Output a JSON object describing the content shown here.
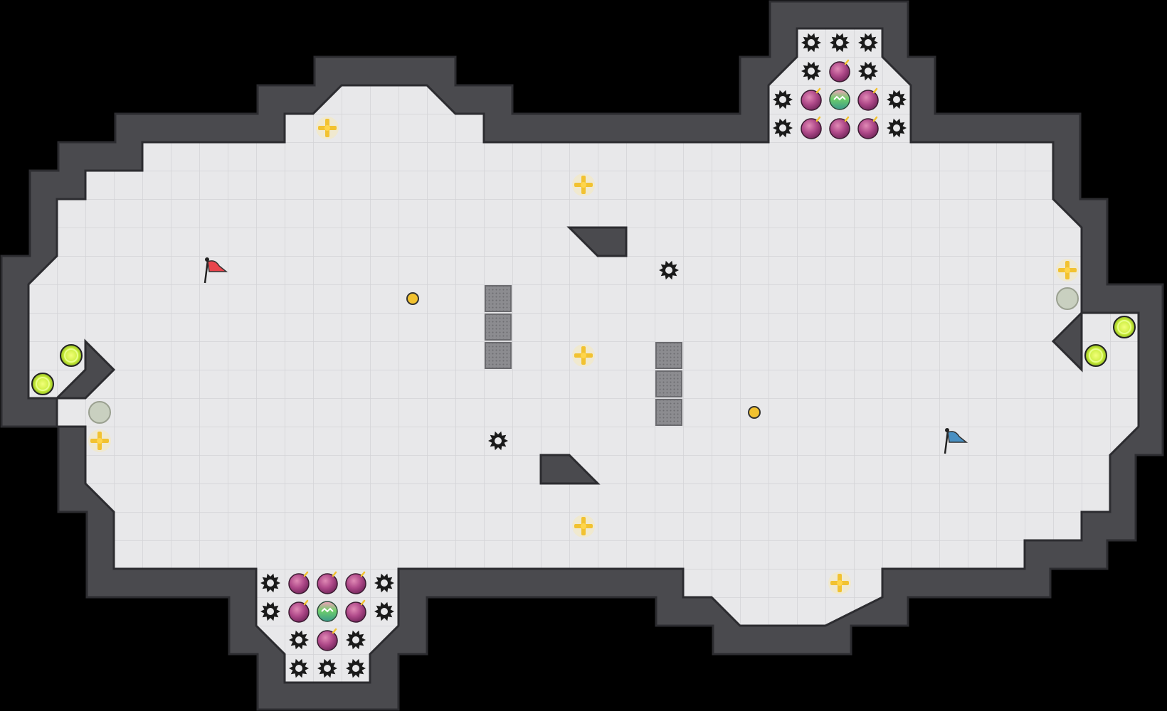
{
  "game": {
    "type": "capture-the-flag arena",
    "colors": {
      "background": "#000000",
      "wall": "#4a4a4e",
      "wall_edge": "#2c2c30",
      "floor": "#e8e8ea",
      "floor_line": "#d3d3d6",
      "red_flag": "#e8454d",
      "blue_flag": "#4a90c2",
      "boost": "#f2c230",
      "bomb": "#b04a8a",
      "portal": "#c8ec3a",
      "inactive_portal": "#c9d0c0",
      "spike": "#1a1a1a",
      "gate": "#8a8a8e",
      "powerup": "#6fcf6a"
    },
    "icons": [
      "red-flag-icon",
      "blue-flag-icon",
      "boost-icon",
      "spike-icon",
      "bomb-icon",
      "powerup-icon",
      "portal-icon",
      "gate-icon",
      "button-icon"
    ],
    "flags": [
      {
        "team": "red",
        "col": 7,
        "row": 9
      },
      {
        "team": "blue",
        "col": 33,
        "row": 15
      }
    ],
    "boosts": [
      {
        "col": 11,
        "row": 4
      },
      {
        "col": 20,
        "row": 6
      },
      {
        "col": 20,
        "row": 12
      },
      {
        "col": 20,
        "row": 18
      },
      {
        "col": 37,
        "row": 9
      },
      {
        "col": 3,
        "row": 15
      },
      {
        "col": 29,
        "row": 20
      }
    ],
    "buttons": [
      {
        "col": 14,
        "row": 10
      },
      {
        "col": 26,
        "row": 14
      }
    ],
    "field_spikes": [
      {
        "col": 23,
        "row": 9
      },
      {
        "col": 17,
        "row": 15
      }
    ],
    "gates": [
      {
        "col": 17,
        "rows": [
          10,
          11,
          12
        ]
      },
      {
        "col": 23,
        "rows": [
          12,
          13,
          14
        ]
      }
    ],
    "portals": [
      {
        "col": 1,
        "row": 13,
        "active": true
      },
      {
        "col": 2,
        "row": 12,
        "active": true
      },
      {
        "col": 3,
        "row": 14,
        "active": false
      },
      {
        "col": 37,
        "row": 10,
        "active": false
      },
      {
        "col": 38,
        "row": 12,
        "active": true
      },
      {
        "col": 39,
        "row": 11,
        "active": true
      }
    ],
    "alcoves": [
      {
        "name": "top-right",
        "spikes": [
          [
            28,
            1
          ],
          [
            29,
            1
          ],
          [
            30,
            1
          ],
          [
            28,
            2
          ],
          [
            30,
            2
          ],
          [
            27,
            3
          ],
          [
            31,
            3
          ],
          [
            27,
            4
          ],
          [
            31,
            4
          ]
        ],
        "bombs": [
          [
            29,
            2
          ],
          [
            28,
            3
          ],
          [
            30,
            3
          ],
          [
            28,
            4
          ],
          [
            29,
            4
          ],
          [
            30,
            4
          ]
        ],
        "powerups": [
          [
            29,
            3
          ]
        ]
      },
      {
        "name": "bottom-left",
        "spikes": [
          [
            9,
            20
          ],
          [
            13,
            20
          ],
          [
            9,
            21
          ],
          [
            13,
            21
          ],
          [
            10,
            22
          ],
          [
            12,
            22
          ],
          [
            10,
            23
          ],
          [
            11,
            23
          ],
          [
            12,
            23
          ]
        ],
        "bombs": [
          [
            10,
            20
          ],
          [
            11,
            20
          ],
          [
            12,
            20
          ],
          [
            10,
            21
          ],
          [
            12,
            21
          ],
          [
            11,
            22
          ]
        ],
        "powerups": [
          [
            11,
            21
          ]
        ]
      }
    ]
  }
}
